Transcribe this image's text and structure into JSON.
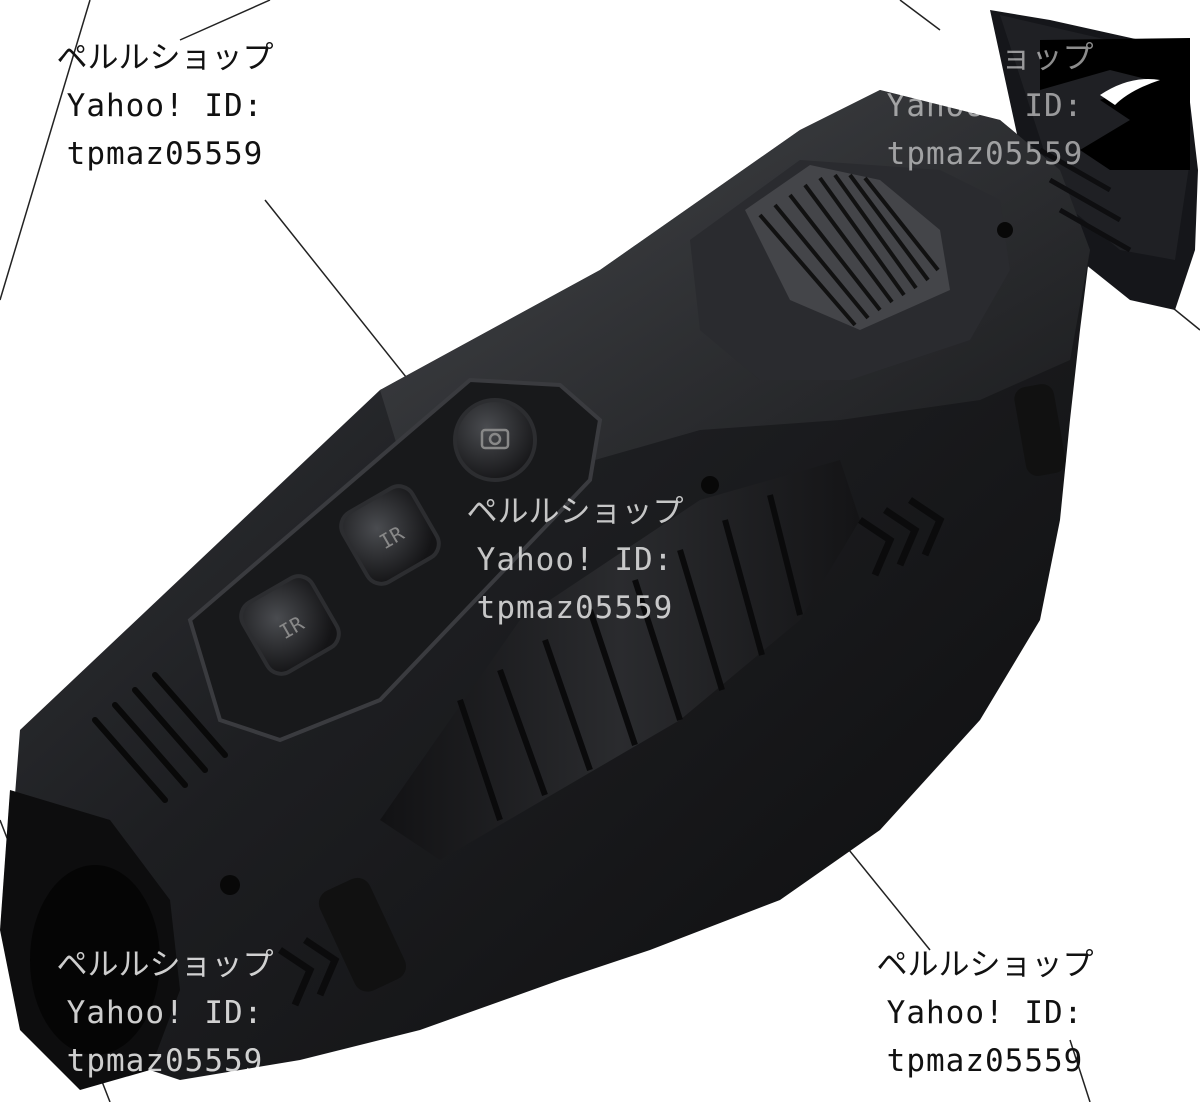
{
  "watermark": {
    "shop_name": "ペルルショップ",
    "yahoo_id_line": "Yahoo! ID:",
    "seller_id": "tpmaz05559"
  },
  "product": {
    "type": "handheld night vision monocular",
    "color": "#1c1d1f",
    "buttons": [
      "camera-icon",
      "ir-icon",
      "ir-icon"
    ]
  }
}
